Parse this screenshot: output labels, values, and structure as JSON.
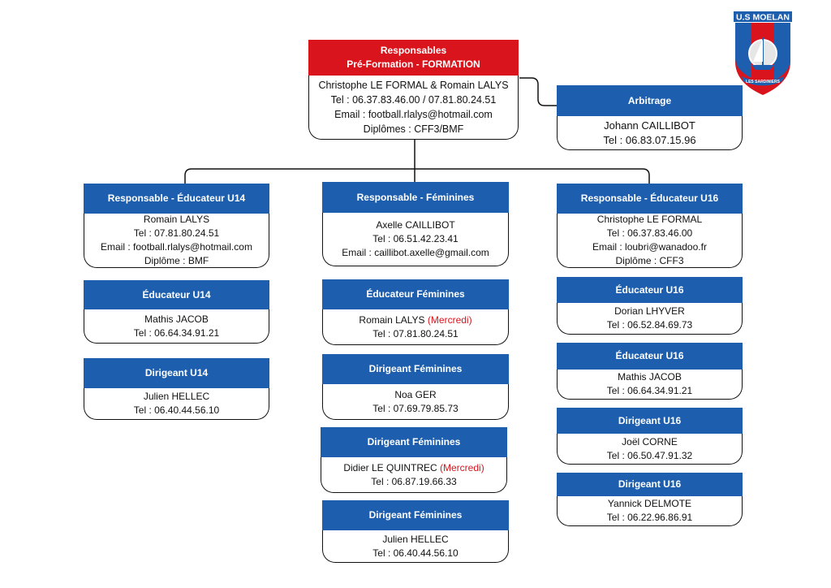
{
  "logo": {
    "text": "U.S MOELAN",
    "band_text": "LES SARDINIERS"
  },
  "top": {
    "title": "Responsables",
    "subtitle": "Pré-Formation - FORMATION",
    "lines": [
      "Christophe LE FORMAL & Romain LALYS",
      "Tel : 06.37.83.46.00 / 07.81.80.24.51",
      "Email : football.rlalys@hotmail.com",
      "Diplômes : CFF3/BMF"
    ]
  },
  "arbitrage": {
    "title": "Arbitrage",
    "lines": [
      "Johann CAILLIBOT",
      "Tel : 06.83.07.15.96"
    ]
  },
  "u14": {
    "responsable": {
      "title": "Responsable - Éducateur U14",
      "lines": [
        "Romain LALYS",
        "Tel : 07.81.80.24.51",
        "Email : football.rlalys@hotmail.com",
        "Diplôme : BMF"
      ]
    },
    "educateur": {
      "title": "Éducateur U14",
      "lines": [
        "Mathis JACOB",
        "Tel : 06.64.34.91.21"
      ]
    },
    "dirigeant": {
      "title": "Dirigeant U14",
      "lines": [
        "Julien HELLEC",
        "Tel : 06.40.44.56.10"
      ]
    }
  },
  "feminines": {
    "responsable": {
      "title": "Responsable - Féminines",
      "lines": [
        "Axelle CAILLIBOT",
        "Tel : 06.51.42.23.41",
        "Email : caillibot.axelle@gmail.com"
      ]
    },
    "educateur": {
      "title": "Éducateur Féminines",
      "name": "Romain LALYS",
      "note": "(Mercredi)",
      "phone": "Tel : 07.81.80.24.51"
    },
    "dirigeant1": {
      "title": "Dirigeant Féminines",
      "lines": [
        "Noa GER",
        "Tel : 07.69.79.85.73"
      ]
    },
    "dirigeant2": {
      "title": "Dirigeant Féminines",
      "name": "Didier LE QUINTREC",
      "note": "(Mercredi)",
      "phone": "Tel : 06.87.19.66.33"
    },
    "dirigeant3": {
      "title": "Dirigeant Féminines",
      "lines": [
        "Julien HELLEC",
        "Tel : 06.40.44.56.10"
      ]
    }
  },
  "u16": {
    "responsable": {
      "title": "Responsable - Éducateur U16",
      "lines": [
        "Christophe LE FORMAL",
        "Tel : 06.37.83.46.00",
        "Email : loubri@wanadoo.fr",
        "Diplôme : CFF3"
      ]
    },
    "educateur1": {
      "title": "Éducateur U16",
      "lines": [
        "Dorian LHYVER",
        "Tel : 06.52.84.69.73"
      ]
    },
    "educateur2": {
      "title": "Éducateur U16",
      "lines": [
        "Mathis JACOB",
        "Tel : 06.64.34.91.21"
      ]
    },
    "dirigeant1": {
      "title": "Dirigeant U16",
      "lines": [
        "Joël CORNE",
        "Tel : 06.50.47.91.32"
      ]
    },
    "dirigeant2": {
      "title": "Dirigeant U16",
      "lines": [
        "Yannick DELMOTE",
        "Tel : 06.22.96.86.91"
      ]
    }
  },
  "colors": {
    "header_blue": "#1d5fae",
    "header_red": "#d9141c",
    "note_red": "#d9141c"
  }
}
